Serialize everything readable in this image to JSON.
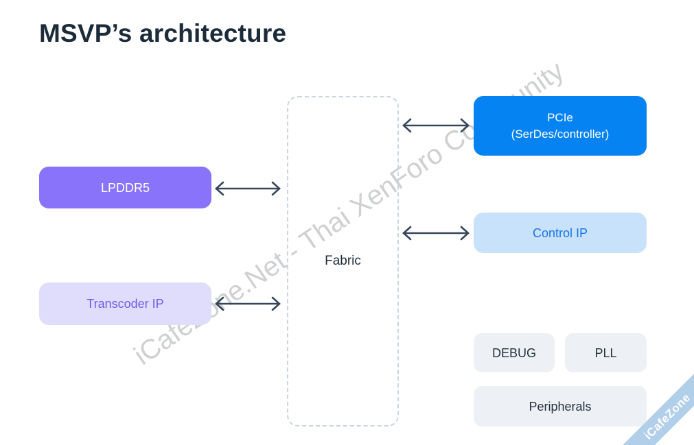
{
  "title": "MSVP’s architecture",
  "fabric": {
    "label": "Fabric"
  },
  "blocks": {
    "lpddr5": {
      "label": "LPDDR5"
    },
    "transcoder_ip": {
      "label": "Transcoder IP"
    },
    "pcie": {
      "line1": "PCIe",
      "line2": "(SerDes/controller)"
    },
    "control_ip": {
      "label": "Control IP"
    },
    "debug": {
      "label": "DEBUG"
    },
    "pll": {
      "label": "PLL"
    },
    "peripherals": {
      "label": "Peripherals"
    }
  },
  "colors": {
    "title_text": "#1c2b3a",
    "arrow": "#36465a",
    "lpddr5_bg": "#8873fa",
    "lpddr5_text": "#ffffff",
    "transcoder_bg": "#dfddfb",
    "transcoder_text": "#6e5aee",
    "pcie_bg": "#0583f2",
    "pcie_text": "#ffffff",
    "control_bg": "#c9e2fc",
    "control_text": "#1674e8",
    "gray_bg": "#edf1f5",
    "gray_text": "#27323f",
    "fabric_border": "#cbd4e0",
    "fabric_text": "#1c2b3a",
    "watermark_text_color": "#c6c8ca",
    "ribbon_bg": "#b1cfe9",
    "ribbon_text_color": "#ffffff"
  },
  "watermark": {
    "diagonal_text": "iCafeZone.Net - Thai XenForo Community",
    "corner_text": "iCafeZone"
  }
}
